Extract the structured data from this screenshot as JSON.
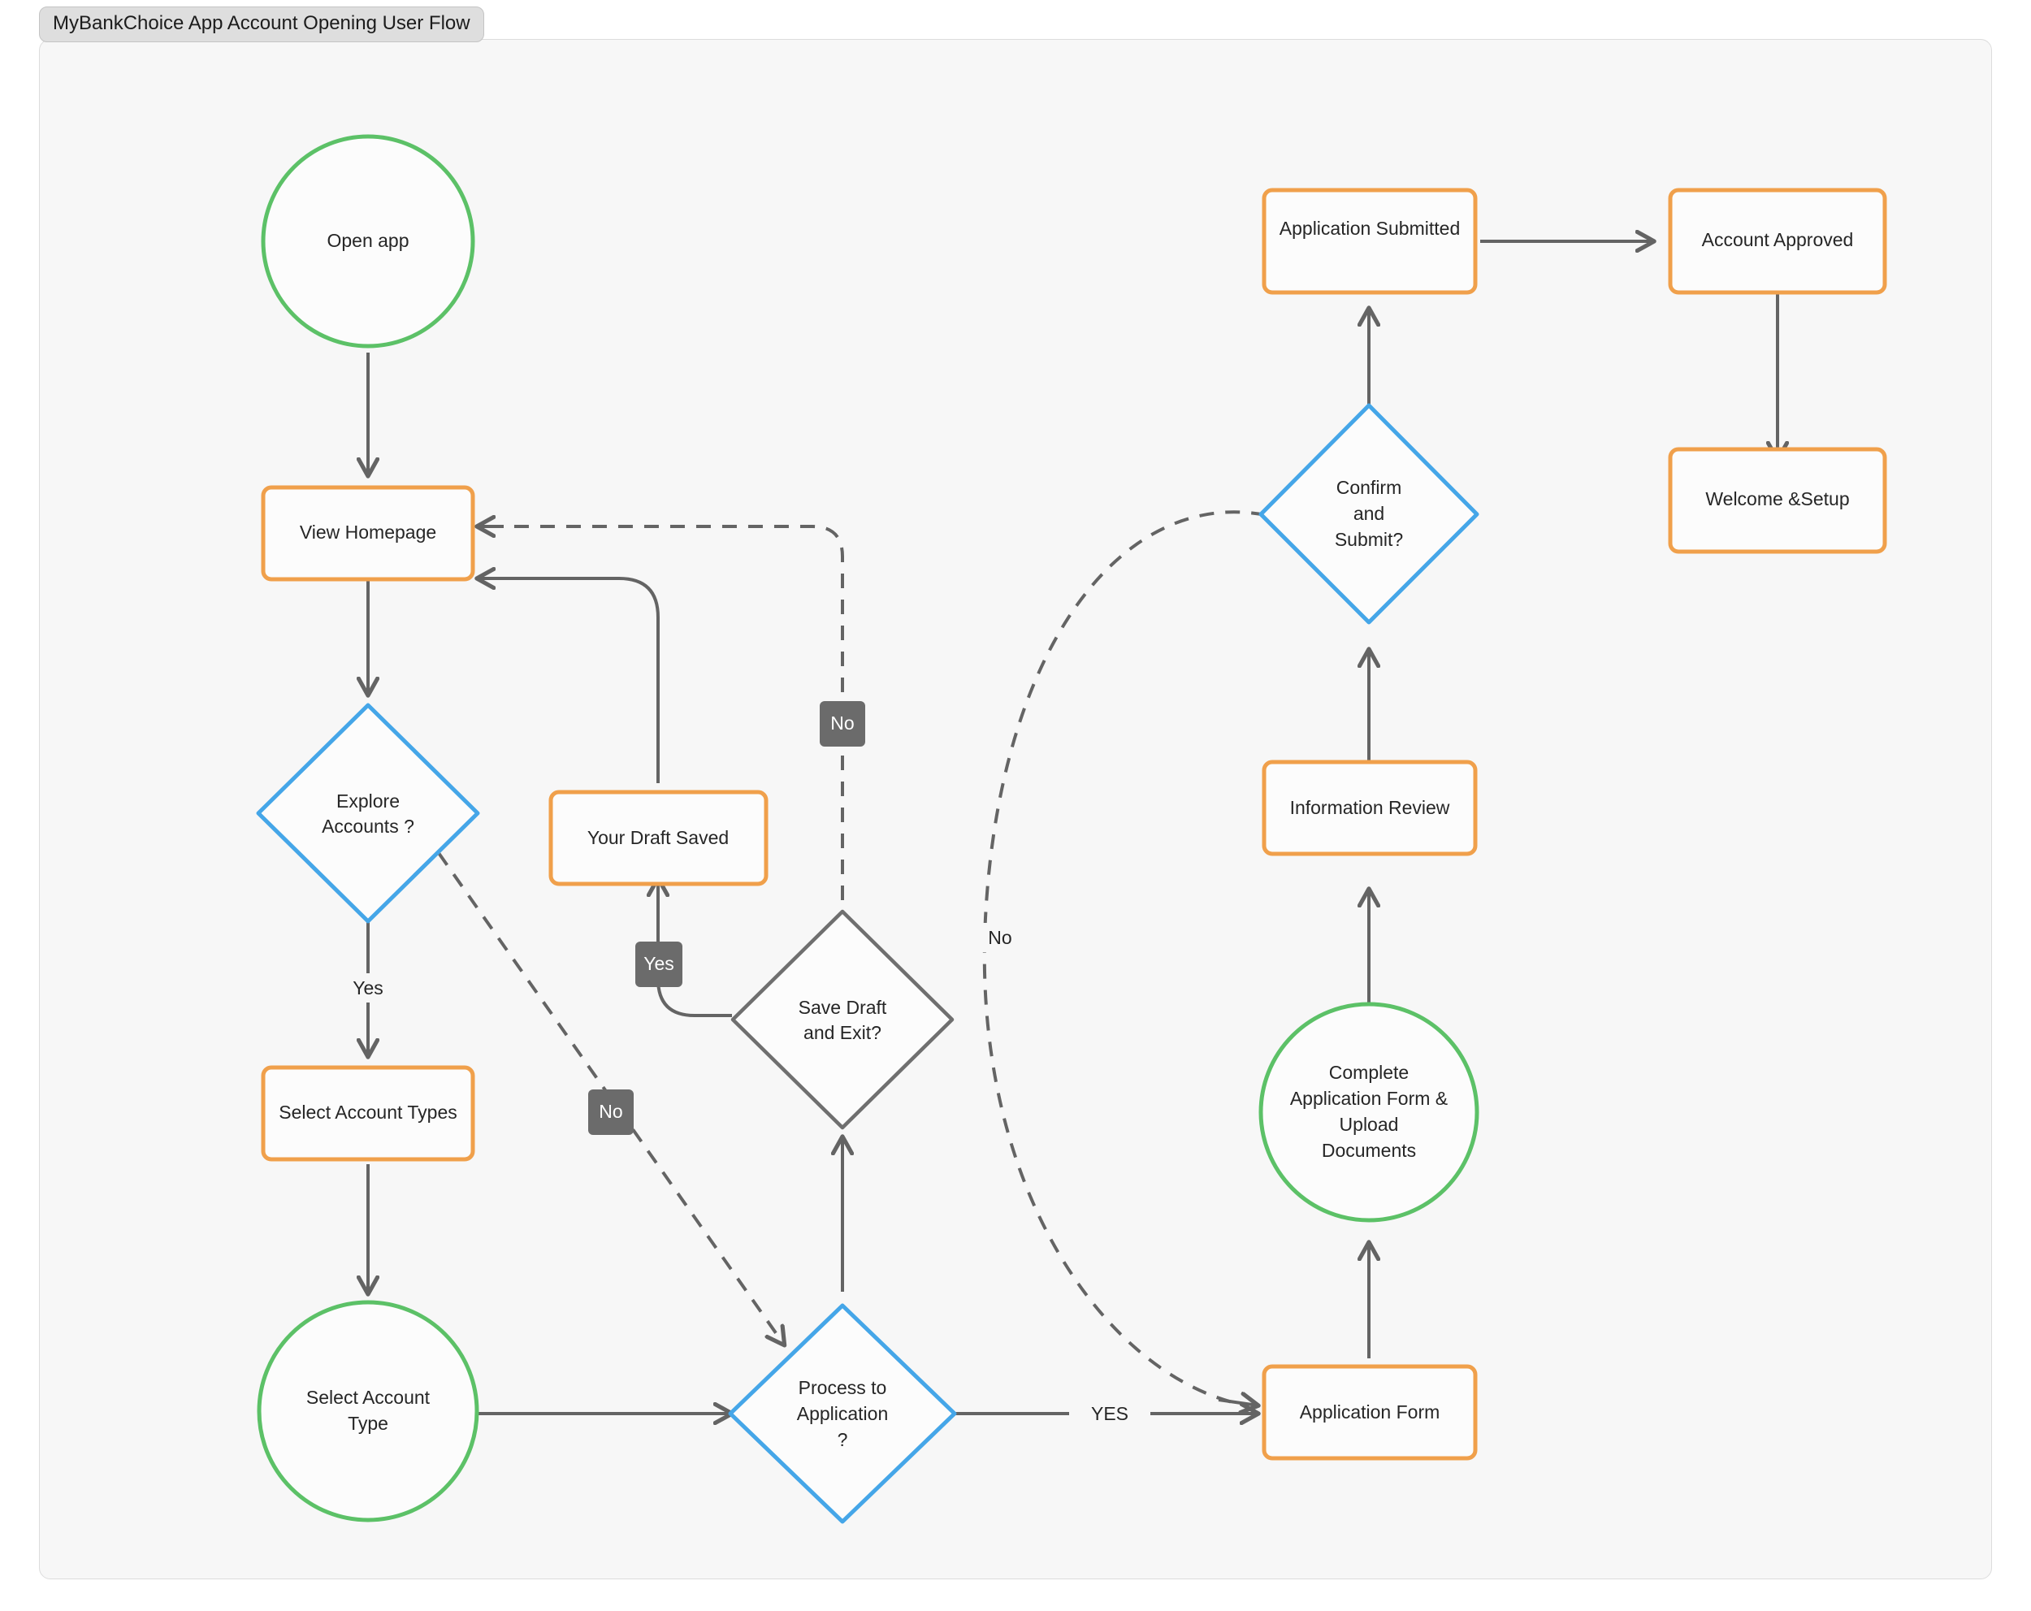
{
  "title": "MyBankChoice App Account Opening User Flow",
  "colors": {
    "start_green": "#5cc167",
    "process_orange": "#f0a04b",
    "decision_blue": "#45a6e8",
    "decision_gray": "#6f6f6f",
    "edge_gray": "#646464",
    "badge_gray": "#6b6b6b",
    "canvas_bg": "#f7f7f7",
    "tab_bg": "#dedede",
    "text": "#262626"
  },
  "nodes": {
    "open_app": {
      "label": "Open app",
      "shape": "circle",
      "color": "green"
    },
    "view_homepage": {
      "label": "View Homepage",
      "shape": "rect",
      "color": "orange"
    },
    "explore_accounts": {
      "label_line1": "Explore",
      "label_line2": "Accounts ?",
      "shape": "diamond",
      "color": "blue"
    },
    "select_account_types": {
      "label": "Select Account Types",
      "shape": "rect",
      "color": "orange"
    },
    "select_account_type": {
      "label_line1": "Select Account",
      "label_line2": "Type",
      "shape": "circle",
      "color": "green"
    },
    "your_draft_saved": {
      "label": "Your Draft Saved",
      "shape": "rect",
      "color": "orange"
    },
    "save_draft_and_exit": {
      "label_line1": "Save Draft",
      "label_line2": "and Exit?",
      "shape": "diamond",
      "color": "gray"
    },
    "process_to_application": {
      "label_line1": "Process to",
      "label_line2": "Application",
      "label_line3": "?",
      "shape": "diamond",
      "color": "blue"
    },
    "application_form": {
      "label": "Application Form",
      "shape": "rect",
      "color": "orange"
    },
    "complete_application": {
      "label_line1": "Complete",
      "label_line2": "Application Form &",
      "label_line3": "Upload",
      "label_line4": "Documents",
      "shape": "circle",
      "color": "green"
    },
    "information_review": {
      "label": "Information Review",
      "shape": "rect",
      "color": "orange"
    },
    "confirm_and_submit": {
      "label_line1": "Confirm",
      "label_line2": "and",
      "label_line3": "Submit?",
      "shape": "diamond",
      "color": "blue"
    },
    "application_submitted": {
      "label": "Application Submitted",
      "shape": "rect",
      "color": "orange"
    },
    "account_approved": {
      "label": "Account Approved",
      "shape": "rect",
      "color": "orange"
    },
    "welcome_setup": {
      "label": "Welcome &Setup",
      "shape": "rect",
      "color": "orange"
    }
  },
  "edge_labels": {
    "explore_yes": "Yes",
    "explore_no": "No",
    "save_draft_yes": "Yes",
    "save_draft_no": "No",
    "process_yes": "YES",
    "confirm_no": "No"
  },
  "edges": [
    {
      "from": "open_app",
      "to": "view_homepage",
      "style": "solid",
      "label": ""
    },
    {
      "from": "view_homepage",
      "to": "explore_accounts",
      "style": "solid",
      "label": ""
    },
    {
      "from": "explore_accounts",
      "to": "select_account_types",
      "style": "solid",
      "label": "Yes"
    },
    {
      "from": "explore_accounts",
      "to": "process_to_application",
      "style": "dashed",
      "label": "No"
    },
    {
      "from": "select_account_types",
      "to": "select_account_type",
      "style": "solid",
      "label": ""
    },
    {
      "from": "select_account_type",
      "to": "process_to_application",
      "style": "solid",
      "label": ""
    },
    {
      "from": "process_to_application",
      "to": "save_draft_and_exit",
      "style": "solid",
      "label": ""
    },
    {
      "from": "process_to_application",
      "to": "application_form",
      "style": "solid",
      "label": "YES"
    },
    {
      "from": "save_draft_and_exit",
      "to": "your_draft_saved",
      "style": "solid",
      "label": "Yes"
    },
    {
      "from": "save_draft_and_exit",
      "to": "view_homepage",
      "style": "dashed",
      "label": "No"
    },
    {
      "from": "your_draft_saved",
      "to": "view_homepage",
      "style": "solid",
      "label": ""
    },
    {
      "from": "application_form",
      "to": "complete_application",
      "style": "solid",
      "label": ""
    },
    {
      "from": "complete_application",
      "to": "information_review",
      "style": "solid",
      "label": ""
    },
    {
      "from": "information_review",
      "to": "confirm_and_submit",
      "style": "solid",
      "label": ""
    },
    {
      "from": "confirm_and_submit",
      "to": "application_submitted",
      "style": "solid",
      "label": ""
    },
    {
      "from": "confirm_and_submit",
      "to": "application_form",
      "style": "dashed",
      "label": "No"
    },
    {
      "from": "application_submitted",
      "to": "account_approved",
      "style": "solid",
      "label": ""
    },
    {
      "from": "account_approved",
      "to": "welcome_setup",
      "style": "solid",
      "label": ""
    }
  ]
}
